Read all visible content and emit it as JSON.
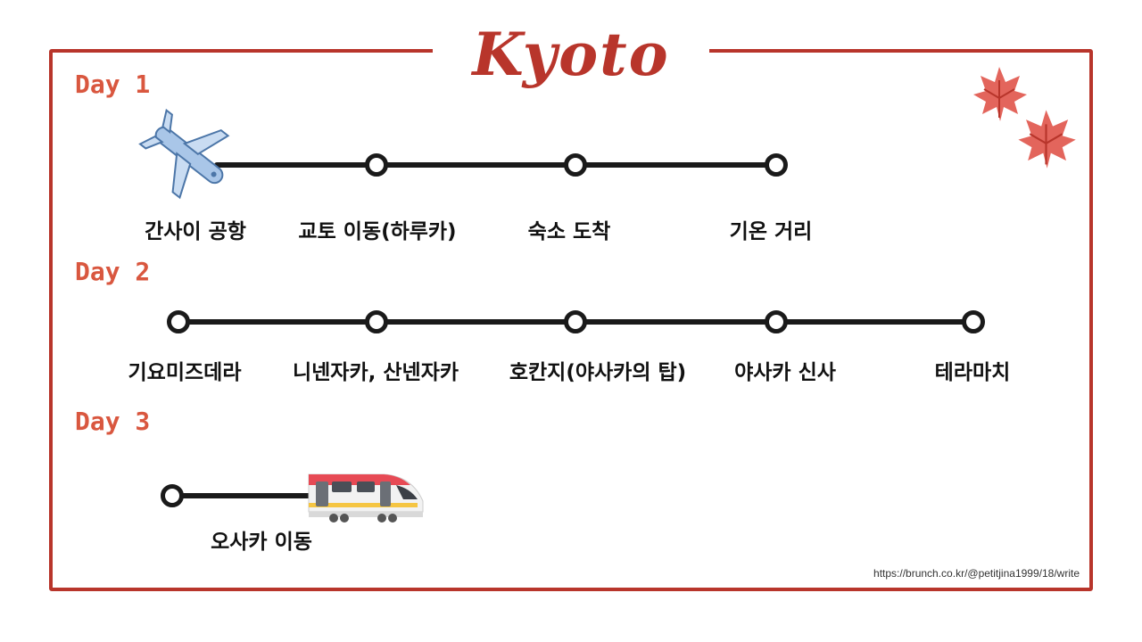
{
  "title": "Kyoto",
  "url": "https://brunch.co.kr/@petitjina1999/18/write",
  "days": [
    {
      "label": "Day 1",
      "stops": [
        "간사이 공항",
        "교토 이동(하루카)",
        "숙소 도착",
        "기온 거리"
      ]
    },
    {
      "label": "Day 2",
      "stops": [
        "기요미즈데라",
        "니넨자카, 산넨자카",
        "호칸지(야사카의 탑)",
        "야사카 신사",
        "테라마치"
      ]
    },
    {
      "label": "Day 3",
      "stops": [
        "오사카 이동"
      ]
    }
  ],
  "icons": {
    "start_day1": "airplane-icon",
    "end_day3": "train-icon",
    "decoration": "maple-leaf-icon"
  },
  "colors": {
    "frame": "#b8352b",
    "day_label": "#d9573f",
    "line": "#1a1a1a",
    "leaf": "#e0544a"
  }
}
